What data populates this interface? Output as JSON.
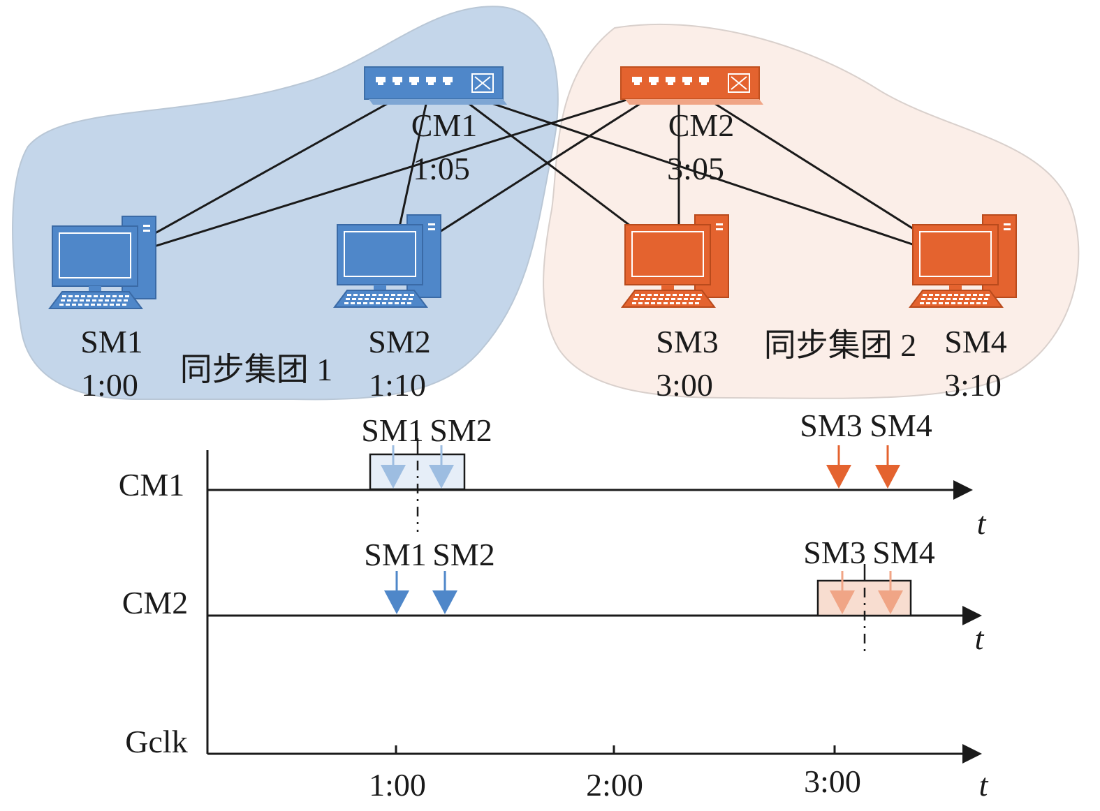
{
  "colors": {
    "group1_fill": "#c4d6ea",
    "group2_fill": "#fbeee8",
    "blue": "#4f87c9",
    "orange": "#e4632f",
    "light_blue": "#9dbde1",
    "light_orange": "#f0a586"
  },
  "group1": {
    "label": "同步集团 1",
    "switch": {
      "name": "CM1",
      "time": "1:05",
      "icon": "network-switch-icon"
    },
    "computers": [
      {
        "name": "SM1",
        "time": "1:00",
        "icon": "desktop-computer-icon"
      },
      {
        "name": "SM2",
        "time": "1:10",
        "icon": "desktop-computer-icon"
      }
    ]
  },
  "group2": {
    "label": "同步集团 2",
    "switch": {
      "name": "CM2",
      "time": "3:05",
      "icon": "network-switch-icon"
    },
    "computers": [
      {
        "name": "SM3",
        "time": "3:00",
        "icon": "desktop-computer-icon"
      },
      {
        "name": "SM4",
        "time": "3:10",
        "icon": "desktop-computer-icon"
      }
    ]
  },
  "timeline": {
    "axis_symbol": "t",
    "rows": [
      {
        "label": "CM1",
        "events": [
          "SM1",
          "SM2",
          "SM3",
          "SM4"
        ]
      },
      {
        "label": "CM2",
        "events": [
          "SM1",
          "SM2",
          "SM3",
          "SM4"
        ]
      },
      {
        "label": "Gclk"
      }
    ],
    "ticks": [
      "1:00",
      "2:00",
      "3:00"
    ]
  }
}
